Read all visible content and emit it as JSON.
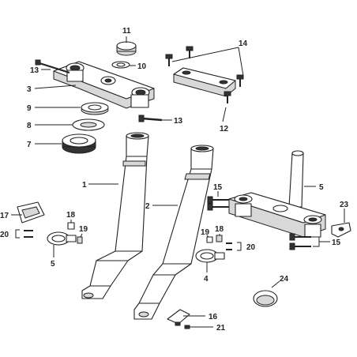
{
  "callouts": [
    "1",
    "2",
    "3",
    "4",
    "5",
    "5",
    "7",
    "8",
    "9",
    "10",
    "11",
    "12",
    "13",
    "13",
    "14",
    "15",
    "15",
    "16",
    "17",
    "18",
    "18",
    "19",
    "19",
    "20",
    "20",
    "21",
    "23",
    "24"
  ]
}
